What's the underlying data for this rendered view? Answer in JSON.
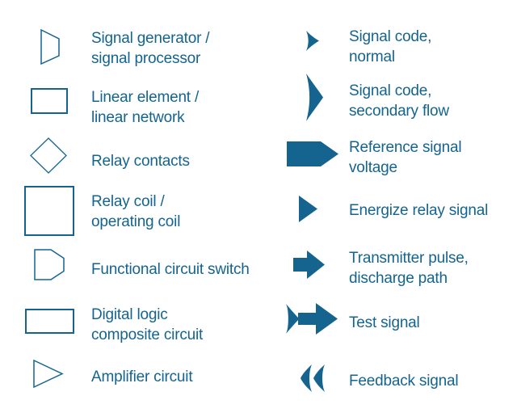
{
  "colors": {
    "accent": "#14648F",
    "background": "#FFFFFF"
  },
  "legend": {
    "left_column": [
      {
        "symbol": "signal-generator-icon",
        "label": "Signal generator /\nsignal processor"
      },
      {
        "symbol": "linear-element-icon",
        "label": "Linear element /\nlinear network"
      },
      {
        "symbol": "relay-contacts-icon",
        "label": "Relay contacts"
      },
      {
        "symbol": "relay-coil-icon",
        "label": "Relay coil /\noperating coil"
      },
      {
        "symbol": "functional-circuit-switch-icon",
        "label": "Functional circuit switch"
      },
      {
        "symbol": "digital-logic-icon",
        "label": "Digital logic\ncomposite circuit"
      },
      {
        "symbol": "amplifier-circuit-icon",
        "label": "Amplifier circuit"
      }
    ],
    "right_column": [
      {
        "symbol": "signal-code-normal-icon",
        "label": "Signal code,\nnormal"
      },
      {
        "symbol": "signal-code-secondary-icon",
        "label": "Signal code,\nsecondary flow"
      },
      {
        "symbol": "reference-signal-voltage-icon",
        "label": "Reference signal\nvoltage"
      },
      {
        "symbol": "energize-relay-icon",
        "label": "Energize relay signal"
      },
      {
        "symbol": "transmitter-pulse-icon",
        "label": "Transmitter pulse,\ndischarge path"
      },
      {
        "symbol": "test-signal-icon",
        "label": "Test signal"
      },
      {
        "symbol": "feedback-signal-icon",
        "label": "Feedback signal"
      }
    ]
  }
}
